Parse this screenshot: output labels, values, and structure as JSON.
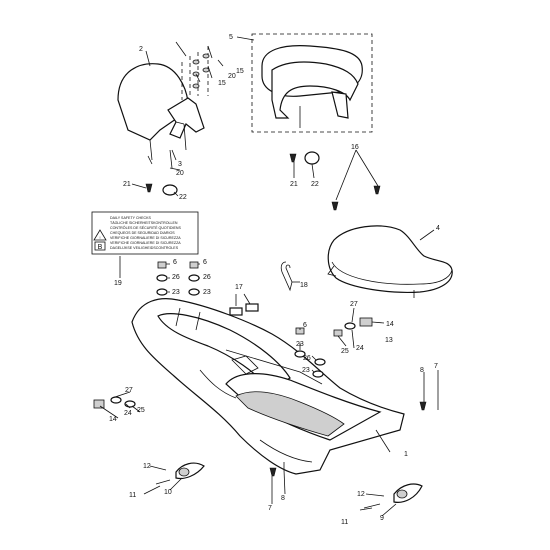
{
  "diagram": {
    "callouts": [
      "1",
      "2",
      "3",
      "4",
      "5",
      "6",
      "6",
      "7",
      "7",
      "8",
      "8",
      "9",
      "10",
      "11",
      "11",
      "12",
      "12",
      "13",
      "14",
      "14",
      "15",
      "15",
      "16",
      "17",
      "18",
      "19",
      "20",
      "20",
      "21",
      "21",
      "22",
      "22",
      "23",
      "23",
      "23",
      "24",
      "24",
      "25",
      "25",
      "26",
      "26",
      "26",
      "27",
      "27"
    ],
    "warning_label": {
      "lines": [
        "DAILY SAFETY CHECKS",
        "TÄGLICHE SICHERHEITSKONTROLLEN",
        "CONTRÔLES DE SÉCURITÉ QUOTIDIENS",
        "CHEQUEOS DE SEGURIDAD DIARIOS",
        "VERIFICHE GIORNALIERE DI SICUREZZA",
        "VERIFICHE GIORNALIERE DI SICUREZZA",
        "DAGELIJKSE VEILIGHEIDSCONTROLES"
      ]
    }
  }
}
